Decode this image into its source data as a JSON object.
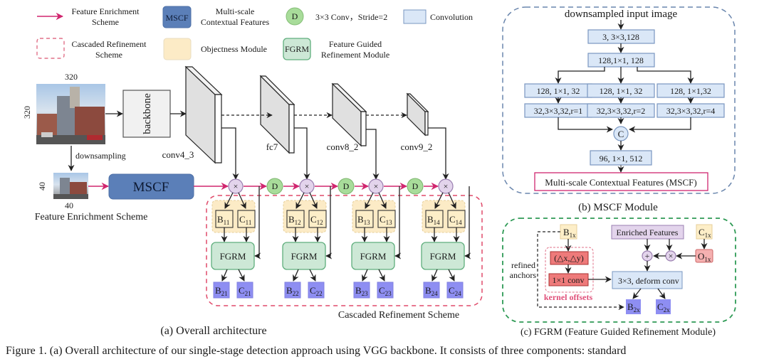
{
  "legend": {
    "feature_enrichment": "Feature Enrichment|Scheme",
    "cascaded_refinement": "Cascaded Refinement|Scheme",
    "mscf_box": "MSCF",
    "mscf_desc": "Multi-scale|Contextual Features",
    "objectness_desc": "Objectness Module",
    "d_node": "D",
    "d_desc": "3×3 Conv，Stride=2",
    "fgrm_box": "FGRM",
    "fgrm_desc": "Feature Guided|Refinement Module",
    "conv_desc": "Convolution"
  },
  "overall": {
    "input_size_top": "320",
    "input_size_side": "320",
    "downsampling": "downsampling",
    "small_size_bottom": "40",
    "small_size_side": "40",
    "feature_enrichment_label": "Feature Enrichment Scheme",
    "backbone": "backbone",
    "mscf": "MSCF",
    "layers": [
      "conv4_3",
      "fc7",
      "conv8_2",
      "conv9_2"
    ],
    "mul_symbol": "×",
    "d_symbol": "D",
    "fgrm": "FGRM",
    "stages": [
      {
        "b1": "B",
        "b1_sub": "11",
        "c1": "C",
        "c1_sub": "11",
        "b2": "B",
        "b2_sub": "21",
        "c2": "C",
        "c2_sub": "21"
      },
      {
        "b1": "B",
        "b1_sub": "12",
        "c1": "C",
        "c1_sub": "12",
        "b2": "B",
        "b2_sub": "22",
        "c2": "C",
        "c2_sub": "22"
      },
      {
        "b1": "B",
        "b1_sub": "13",
        "c1": "C",
        "c1_sub": "13",
        "b2": "B",
        "b2_sub": "23",
        "c2": "C",
        "c2_sub": "23"
      },
      {
        "b1": "B",
        "b1_sub": "14",
        "c1": "C",
        "c1_sub": "14",
        "b2": "B",
        "b2_sub": "24",
        "c2": "C",
        "c2_sub": "24"
      }
    ],
    "cascaded_label": "Cascaded  Refinement Scheme",
    "caption": "(a) Overall architecture"
  },
  "mscf_module": {
    "title": "downsampled input image",
    "conv1": "3, 3×3,128",
    "conv2": "128,1×1, 128",
    "branch_a": [
      "128, 1×1, 32",
      "128, 1×1, 32",
      "128, 1×1,32"
    ],
    "branch_b": [
      "32,3×3,32,r=1",
      "32,3×3,32,r=2",
      "32,3×3,32,r=4"
    ],
    "concat": "C",
    "conv_out": "96, 1×1, 512",
    "output": "Multi-scale Contextual Features (MSCF)",
    "caption": "(b) MSCF Module"
  },
  "fgrm_module": {
    "b1x": "B",
    "b1x_sub": "1x",
    "c1x": "C",
    "c1x_sub": "1x",
    "o1x": "O",
    "o1x_sub": "1x",
    "delta": "(△x,△y)",
    "conv1x1": "1×1 conv",
    "kernel_offsets": "kernel offsets",
    "refined_anchors": "refined|anchors",
    "enriched": "Enriched Features",
    "plus": "+",
    "times": "×",
    "deform": "3×3, deform conv",
    "b2x": "B",
    "b2x_sub": "2x",
    "c2x": "C",
    "c2x_sub": "2x",
    "caption": "(c) FGRM (Feature Guided Refinement Module)"
  },
  "figure_caption": "Figure 1. (a) Overall architecture of our single-stage detection approach using VGG backbone. It consists of three components: standard",
  "colors": {
    "pink": "#d0266f",
    "mscf_blue": "#5b7fb8",
    "fgrm_green": "#cde8d6",
    "output_purple": "#8e8ef2",
    "objectness": "#fcebc6",
    "mscf_border": "#6a86ad",
    "fgrm_border": "#2e9a55"
  }
}
